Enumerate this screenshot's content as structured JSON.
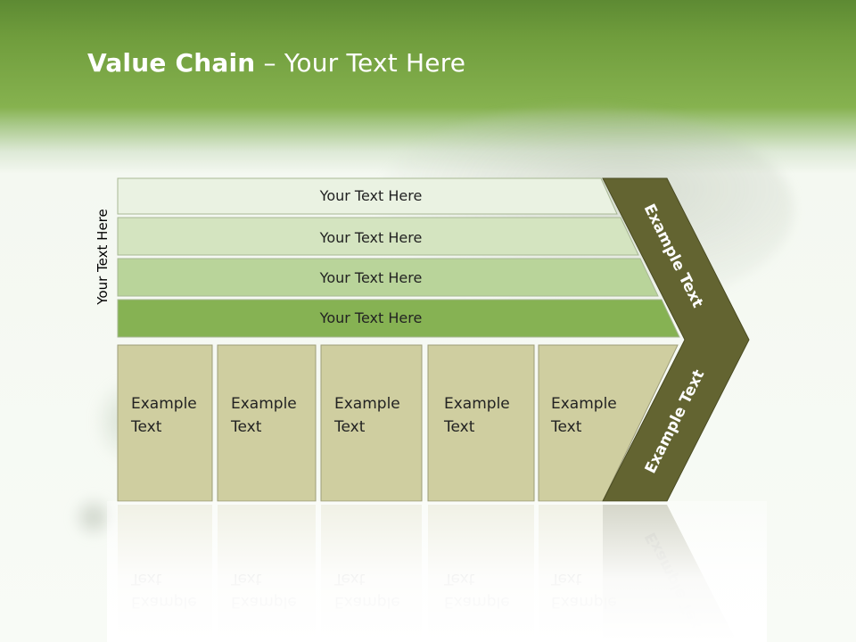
{
  "title": {
    "bold": "Value Chain",
    "rest": " – Your Text Here"
  },
  "side_label": "Your Text Here",
  "bars": [
    {
      "label": "Your Text Here",
      "fill": "#eaf2e2"
    },
    {
      "label": "Your Text Here",
      "fill": "#d4e4c0"
    },
    {
      "label": "Your Text Here",
      "fill": "#b9d49a"
    },
    {
      "label": "Your Text Here",
      "fill": "#86b253"
    }
  ],
  "boxes": [
    {
      "line1": "Example",
      "line2": "Text"
    },
    {
      "line1": "Example",
      "line2": "Text"
    },
    {
      "line1": "Example",
      "line2": "Text"
    },
    {
      "line1": "Example",
      "line2": "Text"
    },
    {
      "line1": "Example",
      "line2": "Text"
    }
  ],
  "box_fill": "#cfcea0",
  "chevron": {
    "upper_label": "Example Text",
    "lower_label": "Example Text",
    "fill": "#636431"
  }
}
